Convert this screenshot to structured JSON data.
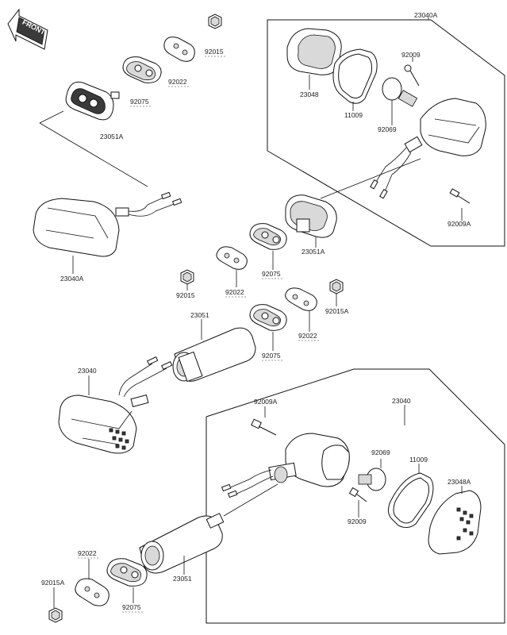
{
  "front_badge": "FRONT",
  "labels": {
    "l_92015_top": "92015",
    "l_92022_top": "92022",
    "l_92075_top": "92075",
    "l_23051A_left": "23051A",
    "l_23040A_right": "23040A",
    "l_23048": "23048",
    "l_11009_top": "11009",
    "l_92009_top": "92009",
    "l_92069_top": "92069",
    "l_92009A_right": "92009A",
    "l_23040A_left": "23040A",
    "l_23051A_mid": "23051A",
    "l_92075_mid": "92075",
    "l_92022_mid": "92022",
    "l_92015_mid": "92015",
    "l_23051_mid": "23051",
    "l_92075_mid2": "92075",
    "l_92022_mid2": "92022",
    "l_92015A_mid": "92015A",
    "l_23040_left": "23040",
    "l_92009A_low": "92009A",
    "l_23040_right": "23040",
    "l_92069_low": "92069",
    "l_11009_low": "11009",
    "l_23048A": "23048A",
    "l_92009_low": "92009",
    "l_23051_low": "23051",
    "l_92022_low": "92022",
    "l_92015A_low": "92015A",
    "l_92075_low": "92075"
  }
}
